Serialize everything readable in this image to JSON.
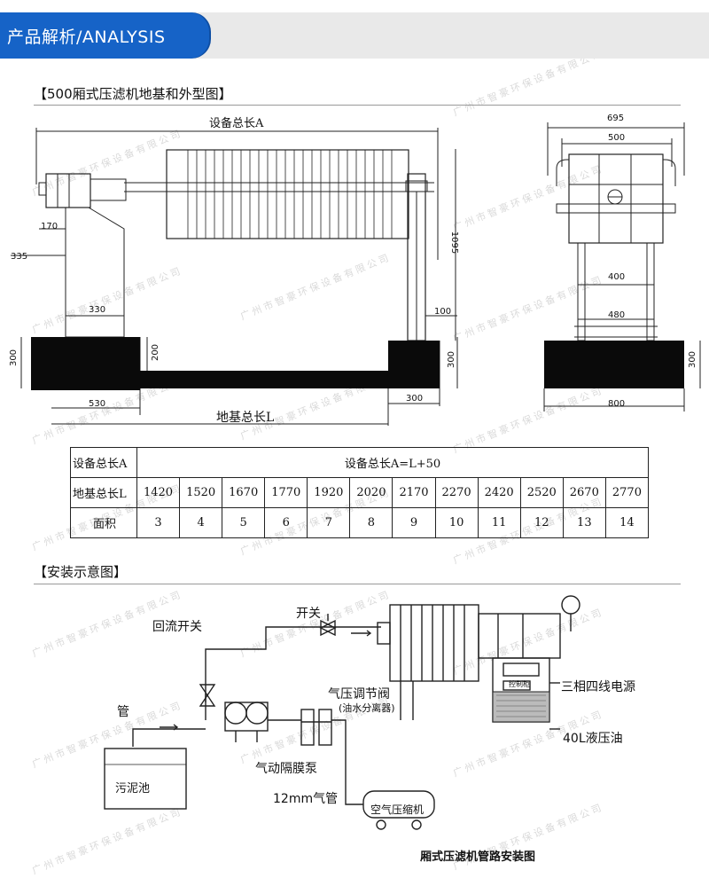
{
  "header": {
    "title": "产品解析/ANALYSIS"
  },
  "section1": {
    "title": "【500厢式压滤机地基和外型图】"
  },
  "drawing_labels": {
    "total_length_A": "设备总长A",
    "foundation_length_L": "地基总长L",
    "dim_170": "170",
    "dim_335": "335",
    "dim_330": "330",
    "dim_300_left": "300",
    "dim_200": "200",
    "dim_530": "530",
    "dim_1095": "1095",
    "dim_100": "100",
    "dim_300_right": "300",
    "dim_300_bottom": "300",
    "dim_695": "695",
    "dim_500": "500",
    "dim_400": "400",
    "dim_480": "480",
    "dim_800": "800",
    "dim_300_side": "300"
  },
  "table": {
    "row1_label": "设备总长A",
    "row1_value": "设备总长A=L+50",
    "row2_label": "地基总长L",
    "row2_values": [
      "1420",
      "1520",
      "1670",
      "1770",
      "1920",
      "2020",
      "2170",
      "2270",
      "2420",
      "2520",
      "2670",
      "2770"
    ],
    "row3_label": "面积",
    "row3_values": [
      "3",
      "4",
      "5",
      "6",
      "7",
      "8",
      "9",
      "10",
      "11",
      "12",
      "13",
      "14"
    ]
  },
  "section2": {
    "title": "【安装示意图】"
  },
  "install_labels": {
    "switch": "开关",
    "return_switch": "回流开关",
    "pipe": "管",
    "regulator": "气压调节阀",
    "separator": "(油水分离器)",
    "three_phase": "三相四线电源",
    "control_box": "控制柜",
    "hydraulic_oil": "40L液压油",
    "diaphragm_pump": "气动隔膜泵",
    "sludge_tank": "污泥池",
    "air_pipe": "12mm气管",
    "air_compressor": "空气压缩机",
    "caption": "厢式压滤机管路安装图"
  },
  "watermark": {
    "text": "广州市智豪环保设备有限公司"
  }
}
